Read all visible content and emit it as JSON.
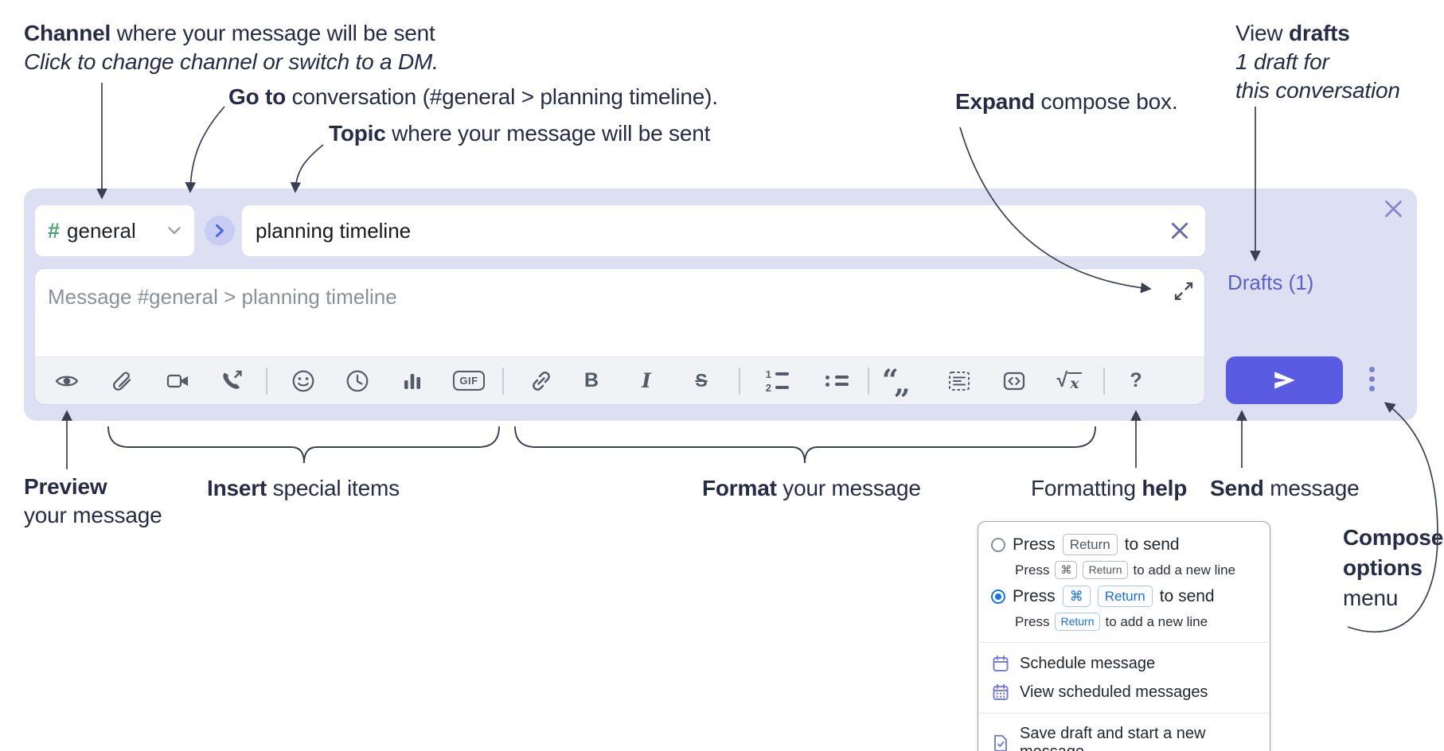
{
  "annotations": {
    "channel": {
      "bold": "Channel",
      "rest": " where your message will be sent",
      "line2": "Click to change channel or switch to a DM."
    },
    "goto": {
      "bold": "Go to",
      "rest": " conversation (#general > planning timeline)."
    },
    "topic": {
      "bold": "Topic",
      "rest": " where your message will be sent"
    },
    "expand": {
      "bold": "Expand",
      "rest": " compose box."
    },
    "view_drafts": {
      "pre": "View ",
      "bold": "drafts",
      "line2": "1 draft for",
      "line3": "this conversation"
    },
    "preview": {
      "bold": "Preview",
      "line2": "your message"
    },
    "insert": {
      "bold": "Insert",
      "rest": " special items"
    },
    "format": {
      "bold": "Format",
      "rest": " your message"
    },
    "formatting_help": {
      "pre": "Formatting ",
      "bold": "help"
    },
    "send": {
      "bold": "Send",
      "rest": " message"
    },
    "compose_options": {
      "line1": "Compose",
      "line2": "options",
      "line3": "menu"
    }
  },
  "compose": {
    "channel_hash": "#",
    "channel_name": "general",
    "topic_value": "planning timeline",
    "message_placeholder": "Message #general > planning timeline",
    "drafts_link": "Drafts (1)"
  },
  "toolbar": {
    "gif": "GIF",
    "bold": "B",
    "italic": "I",
    "strike": "S",
    "ol_1": "1",
    "ol_2": "2",
    "quote_open": "“",
    "quote_close": "„",
    "sqrt": "√",
    "sqrt_x": "x",
    "help": "?"
  },
  "menu": {
    "options": [
      {
        "press": "Press",
        "keys": [
          "Return"
        ],
        "suffix": "to send",
        "sub_press": "Press",
        "sub_keys": [
          "⌘",
          "Return"
        ],
        "sub_suffix": "to add a new line"
      },
      {
        "press": "Press",
        "keys": [
          "⌘",
          "Return"
        ],
        "suffix": "to send",
        "sub_press": "Press",
        "sub_keys": [
          "Return"
        ],
        "sub_suffix": "to add a new line"
      }
    ],
    "items": [
      {
        "label": "Schedule message"
      },
      {
        "label": "View scheduled messages"
      },
      {
        "label": "Save draft and start a new message"
      }
    ]
  },
  "colors": {
    "container_bg": "#dce0f2",
    "send_button": "#5a5be3",
    "drafts_link": "#5c61c4",
    "channel_hash_green": "#53a373",
    "radio_selected": "#1a73e8",
    "menu_icon_purple": "#7a7fd4",
    "icon_gray": "#545b66",
    "annotation_text": "#262c45"
  }
}
